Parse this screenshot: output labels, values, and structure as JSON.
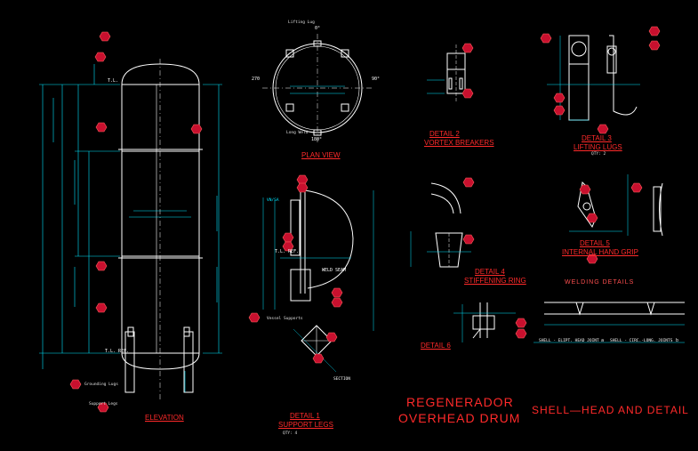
{
  "titles": {
    "elevation": "ELEVATION",
    "plan_view": "PLAN VIEW",
    "detail_1": "DETAIL 1",
    "detail_1_sub": "SUPPORT LEGS",
    "detail_1_qty": "QTY: 4",
    "detail_2": "DETAIL 2",
    "detail_2_sub": "VORTEX BREAKERS",
    "detail_3": "DETAIL 3",
    "detail_3_sub": "LIFTING LUGS",
    "detail_3_qty": "QTY: 2",
    "detail_4": "DETAIL 4",
    "detail_4_sub": "STIFFENING RING",
    "detail_5": "DETAIL 5",
    "detail_5_sub": "INTERNAL HAND GRIP",
    "detail_6": "DETAIL 6",
    "welding": "WELDING DETAILS",
    "main_title_1": "REGENERADOR",
    "main_title_2": "OVERHEAD DRUM",
    "sheet_title": "SHELL—HEAD AND DETAIL"
  },
  "labels": {
    "tl_top": "T.L.",
    "tl_bottom": "T.L. REF.",
    "tl_ref_d1": "T.L. REF.",
    "weld_seam": "WELD SEAM",
    "angle_270": "270",
    "angle_90": "90°",
    "angle_0": "0°",
    "angle_180": "180°",
    "section": "SECTION",
    "shell_elip": "SHELL - ELIPT. HEAD JOINT",
    "shell_circ": "SHELL - CIRC.-LONG. JOINTS",
    "weld_a": "a",
    "weld_b": "b",
    "lifting_lug": "Lifting Lug",
    "long_weld": "Long Weld",
    "grounding_lug": "Grounding Lugs",
    "support_legs": "Support Legs",
    "vn": "VN/SA",
    "vessel_support": "Vessel Supports"
  },
  "colors": {
    "line": "#ffffff",
    "dim": "#00e5ff",
    "title": "#ff2a2a",
    "tag_fill": "#c8102e",
    "accent": "#ffff00",
    "green": "#00ff66"
  }
}
